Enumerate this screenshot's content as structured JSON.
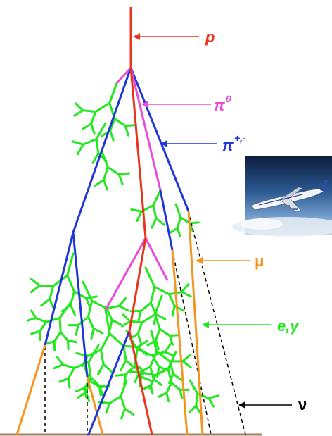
{
  "colors": {
    "proton": "#e8341c",
    "neutral_pion": "#e84cd9",
    "charged_pion": "#2136d8",
    "muon": "#f5951f",
    "em": "#22e81e",
    "neutrino": "#000000",
    "ground": "#a08060"
  },
  "labels": {
    "proton": "p",
    "neutral_pion_base": "π",
    "neutral_pion_sup": "0",
    "charged_pion_base": "π",
    "charged_pion_sup": "+,-",
    "muon": "μ",
    "em": "e,γ",
    "neutrino": "ν"
  },
  "image": {
    "subject": "airplane-photo"
  }
}
